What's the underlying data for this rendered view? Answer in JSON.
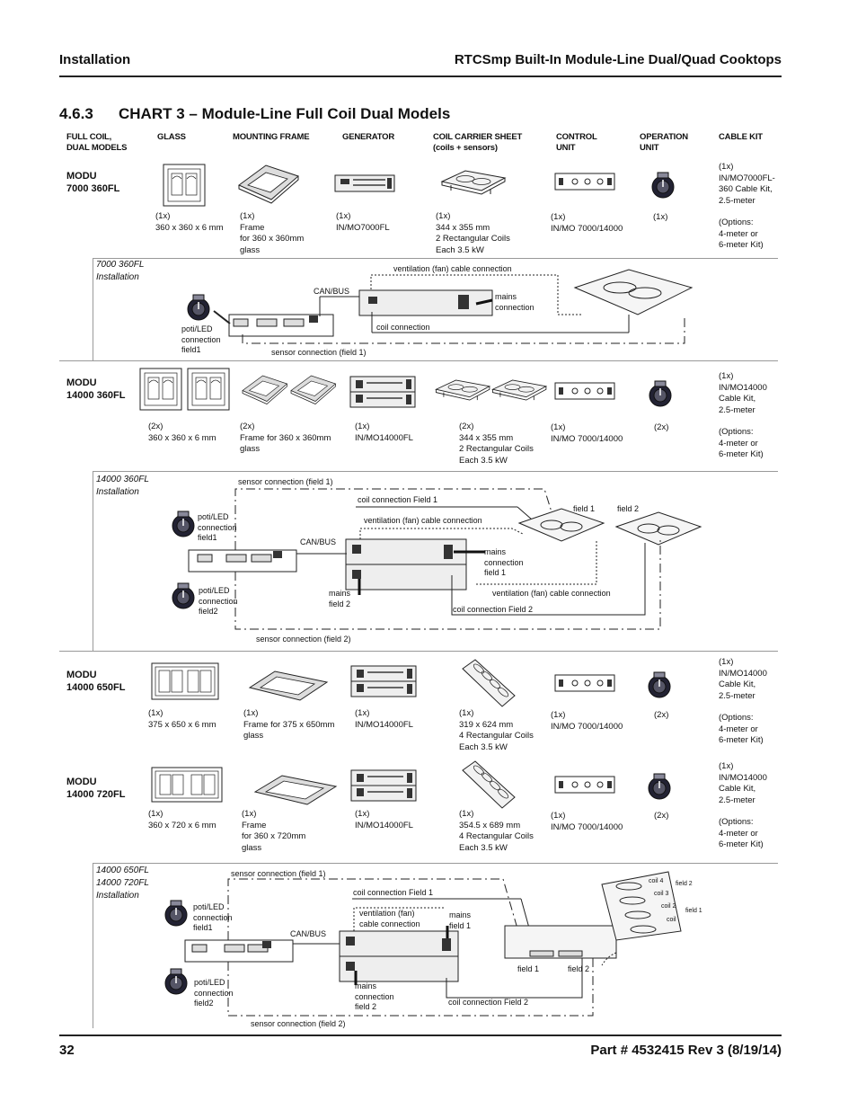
{
  "header": {
    "left": "Installation",
    "right": "RTCSmp Built-In Module-Line Dual/Quad Cooktops"
  },
  "section": {
    "number": "4.6.3",
    "title": "CHART 3 – Module-Line Full Coil Dual Models"
  },
  "columns": {
    "models": [
      "FULL COIL,",
      "DUAL MODELS"
    ],
    "glass": "GLASS",
    "frame": "MOUNTING FRAME",
    "generator": "GENERATOR",
    "coil": [
      "COIL CARRIER SHEET",
      "(coils + sensors)"
    ],
    "control": [
      "CONTROL",
      "UNIT"
    ],
    "operation": [
      "OPERATION",
      "UNIT"
    ],
    "cable": "CABLE KIT"
  },
  "rows": [
    {
      "model": [
        "MODU",
        "7000 360FL"
      ],
      "glass": [
        "(1x)",
        "360 x 360 x 6 mm"
      ],
      "frame": [
        "(1x)",
        "Frame",
        "for 360 x 360mm",
        "glass"
      ],
      "generator": [
        "(1x)",
        "IN/MO7000FL"
      ],
      "coil": [
        "(1x)",
        "344 x 355 mm",
        "2 Rectangular Coils",
        "Each 3.5 kW"
      ],
      "control": [
        "(1x)",
        "IN/MO 7000/14000"
      ],
      "operation": [
        "(1x)"
      ],
      "cable": [
        "(1x)",
        "IN/MO7000FL-",
        "360 Cable Kit,",
        "2.5-meter",
        "",
        "(Options:",
        "4-meter or",
        "6-meter Kit)"
      ]
    },
    {
      "model": [
        "MODU",
        "14000 360FL"
      ],
      "glass": [
        "(2x)",
        "360 x 360 x 6 mm"
      ],
      "frame": [
        "(2x)",
        "Frame for 360 x 360mm",
        "glass"
      ],
      "generator": [
        "(1x)",
        "IN/MO14000FL"
      ],
      "coil": [
        "(2x)",
        "344 x 355 mm",
        "2 Rectangular Coils",
        "Each 3.5 kW"
      ],
      "control": [
        "(1x)",
        "IN/MO 7000/14000"
      ],
      "operation": [
        "(2x)"
      ],
      "cable": [
        "(1x)",
        "IN/MO14000",
        "Cable Kit,",
        "2.5-meter",
        "",
        "(Options:",
        "4-meter or",
        "6-meter Kit)"
      ]
    },
    {
      "model": [
        "MODU",
        "14000 650FL"
      ],
      "glass": [
        "(1x)",
        "375 x 650 x 6 mm"
      ],
      "frame": [
        "(1x)",
        "Frame for 375 x 650mm",
        "glass"
      ],
      "generator": [
        "(1x)",
        "IN/MO14000FL"
      ],
      "coil": [
        "(1x)",
        "319 x 624 mm",
        "4 Rectangular Coils",
        "Each 3.5 kW"
      ],
      "control": [
        "(1x)",
        "IN/MO 7000/14000"
      ],
      "operation": [
        "(2x)"
      ],
      "cable": [
        "(1x)",
        "IN/MO14000",
        "Cable Kit,",
        "2.5-meter",
        "",
        "(Options:",
        "4-meter or",
        "6-meter Kit)"
      ]
    },
    {
      "model": [
        "MODU",
        "14000 720FL"
      ],
      "glass": [
        "(1x)",
        "360 x 720 x 6 mm"
      ],
      "frame": [
        "(1x)",
        "Frame",
        "for 360 x 720mm",
        "glass"
      ],
      "generator": [
        "(1x)",
        "IN/MO14000FL"
      ],
      "coil": [
        "(1x)",
        "354.5 x 689 mm",
        "4 Rectangular Coils",
        "Each 3.5 kW"
      ],
      "control": [
        "(1x)",
        "IN/MO 7000/14000"
      ],
      "operation": [
        "(2x)"
      ],
      "cable": [
        "(1x)",
        "IN/MO14000",
        "Cable Kit,",
        "2.5-meter",
        "",
        "(Options:",
        "4-meter or",
        "6-meter Kit)"
      ]
    }
  ],
  "installations": {
    "i1": {
      "title": [
        "7000 360FL",
        "Installation"
      ],
      "vent": "ventilation (fan) cable connection",
      "canbus": "CAN/BUS",
      "mains": [
        "mains",
        "connection"
      ],
      "poti": [
        "poti/LED",
        "connection",
        "field1"
      ],
      "coilconn": "coil connection",
      "sensor": "sensor connection (field 1)"
    },
    "i2": {
      "title": [
        "14000 360FL",
        "Installation"
      ],
      "sensor1": "sensor connection (field 1)",
      "coil1": "coil connection Field 1",
      "vent": "ventilation (fan) cable connection",
      "field1": "field 1",
      "field2": "field 2",
      "poti1": [
        "poti/LED",
        "connection",
        "field1"
      ],
      "canbus": "CAN/BUS",
      "mains1": [
        "mains",
        "connection",
        "field 1"
      ],
      "poti2": [
        "poti/LED",
        "connection",
        "field2"
      ],
      "mains2": [
        "mains",
        "field 2"
      ],
      "vent2": "ventilation (fan) cable connection",
      "coil2": "coil connection Field 2",
      "sensor2": "sensor connection (field 2)"
    },
    "i3": {
      "title": [
        "14000 650FL",
        "14000 720FL",
        "Installation"
      ],
      "sensor1": "sensor connection (field 1)",
      "coil1": "coil connection Field 1",
      "vent": [
        "ventilation (fan)",
        "cable connection"
      ],
      "mains1": [
        "mains",
        "field 1"
      ],
      "poti1": [
        "poti/LED",
        "connection",
        "field1"
      ],
      "canbus": "CAN/BUS",
      "poti2": [
        "poti/LED",
        "connection",
        "field2"
      ],
      "mains2": [
        "mains",
        "connection",
        "field 2"
      ],
      "coil2": "coil connection Field 2",
      "sensor2": "sensor connection (field 2)",
      "field1": "field 1",
      "field2": "field 2",
      "coils": {
        "coil4": "coil 4",
        "coil3": "coil 3",
        "coil2": "coil 2",
        "coil": "coil",
        "f2": "field 2",
        "f1": "field 1"
      }
    }
  },
  "footer": {
    "page": "32",
    "part": "Part # 4532415 Rev 3 (8/19/14)"
  }
}
